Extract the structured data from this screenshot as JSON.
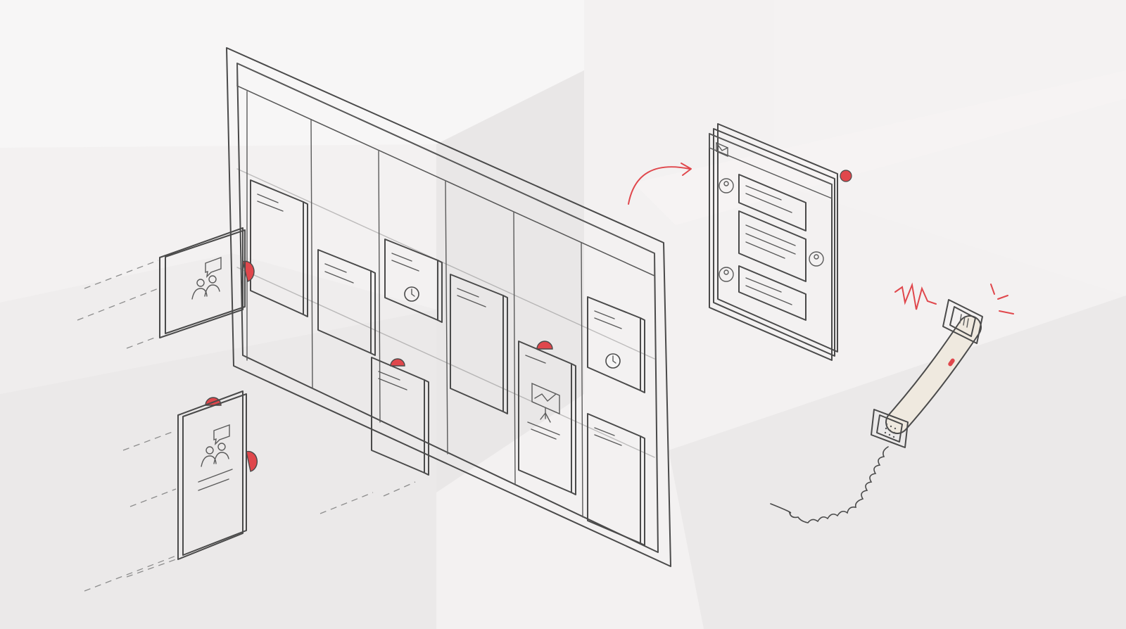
{
  "colors": {
    "background": "#f3f1f1",
    "accent_red": "#e0474c",
    "board_fill": "#fbfafa",
    "card_mauve": "#e4dcdc",
    "card_beige": "#ece6d8",
    "card_white": "#f7f6f6",
    "outline": "#4a4a4a"
  },
  "icons": [
    "kanban-board",
    "team-chat-icon",
    "clock-icon",
    "presentation-chart-icon",
    "mail-icon",
    "chat-window-icon",
    "user-avatar-icon",
    "phone-handset-icon",
    "red-pin-marker",
    "curved-arrow-icon",
    "ringing-signal-icon"
  ],
  "board": {
    "columns": 6,
    "cards": [
      {
        "column": 1,
        "color": "mauve"
      },
      {
        "column": 2,
        "color": "beige"
      },
      {
        "column": 3,
        "color": "mauve",
        "icon": "clock-icon"
      },
      {
        "column": 3,
        "color": "white",
        "pinned": true
      },
      {
        "column": 4,
        "color": "mauve"
      },
      {
        "column": 5,
        "color": "beige",
        "icon": "presentation-chart-icon",
        "pinned": true
      },
      {
        "column": 6,
        "color": "white",
        "icon": "clock-icon"
      },
      {
        "column": 6,
        "color": "mauve"
      }
    ]
  },
  "floating_cards": [
    {
      "icon": "team-chat-icon",
      "pinned": true
    },
    {
      "icon": "team-chat-icon",
      "pinned": true
    }
  ],
  "chat_window": {
    "messages": 3,
    "icon": "mail-icon",
    "notification": true
  },
  "phone": {
    "state": "ringing"
  }
}
